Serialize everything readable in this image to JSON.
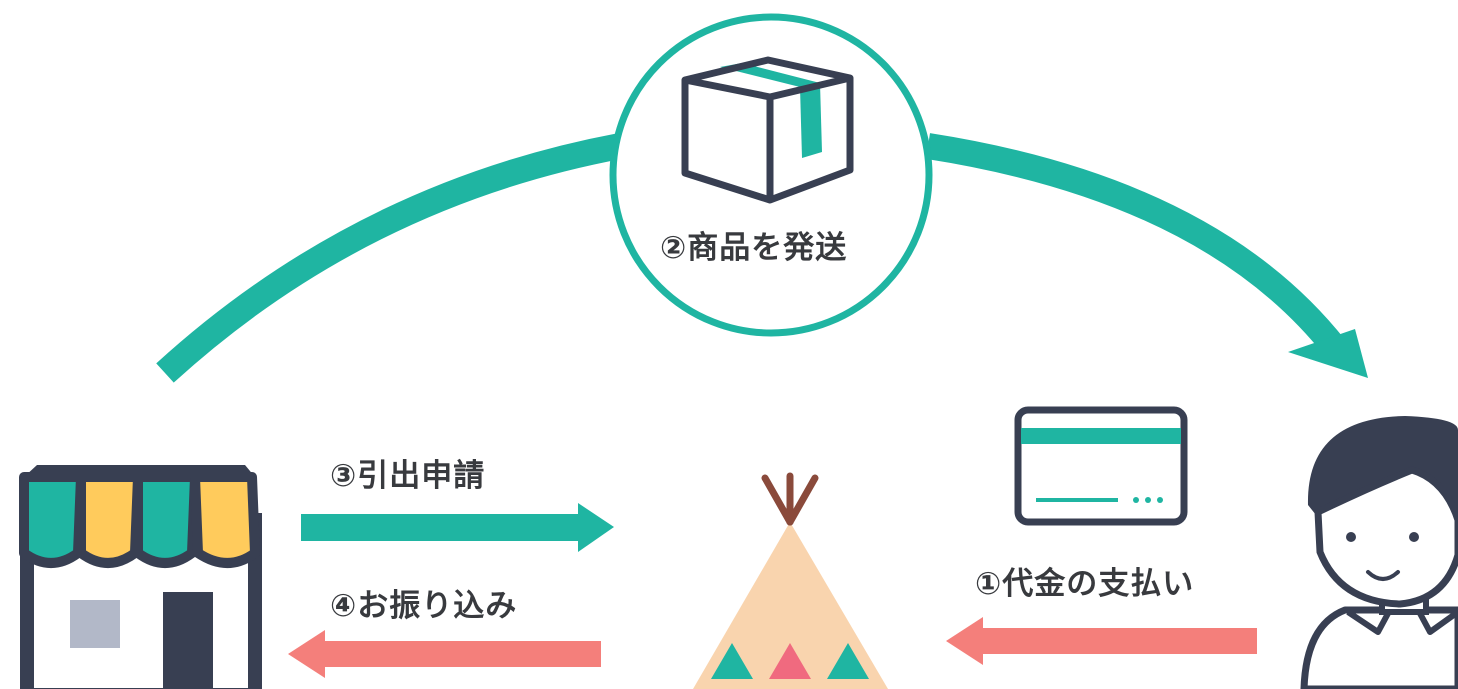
{
  "labels": {
    "ship": "②商品を発送",
    "withdraw": "③引出申請",
    "transfer": "④お振り込み",
    "payment": "①代金の支払い"
  },
  "colors": {
    "teal": "#1fb5a2",
    "coral": "#f47f7b",
    "navy": "#383f52",
    "yellow": "#ffcb5c",
    "tent": "#f9d4ae",
    "pole": "#8a4a3b",
    "pink": "#f06a7f",
    "gray": "#b2b8c8",
    "text": "#383a3e"
  },
  "icons": [
    "box-icon",
    "shop-icon",
    "tent-icon",
    "credit-card-icon",
    "person-icon"
  ]
}
